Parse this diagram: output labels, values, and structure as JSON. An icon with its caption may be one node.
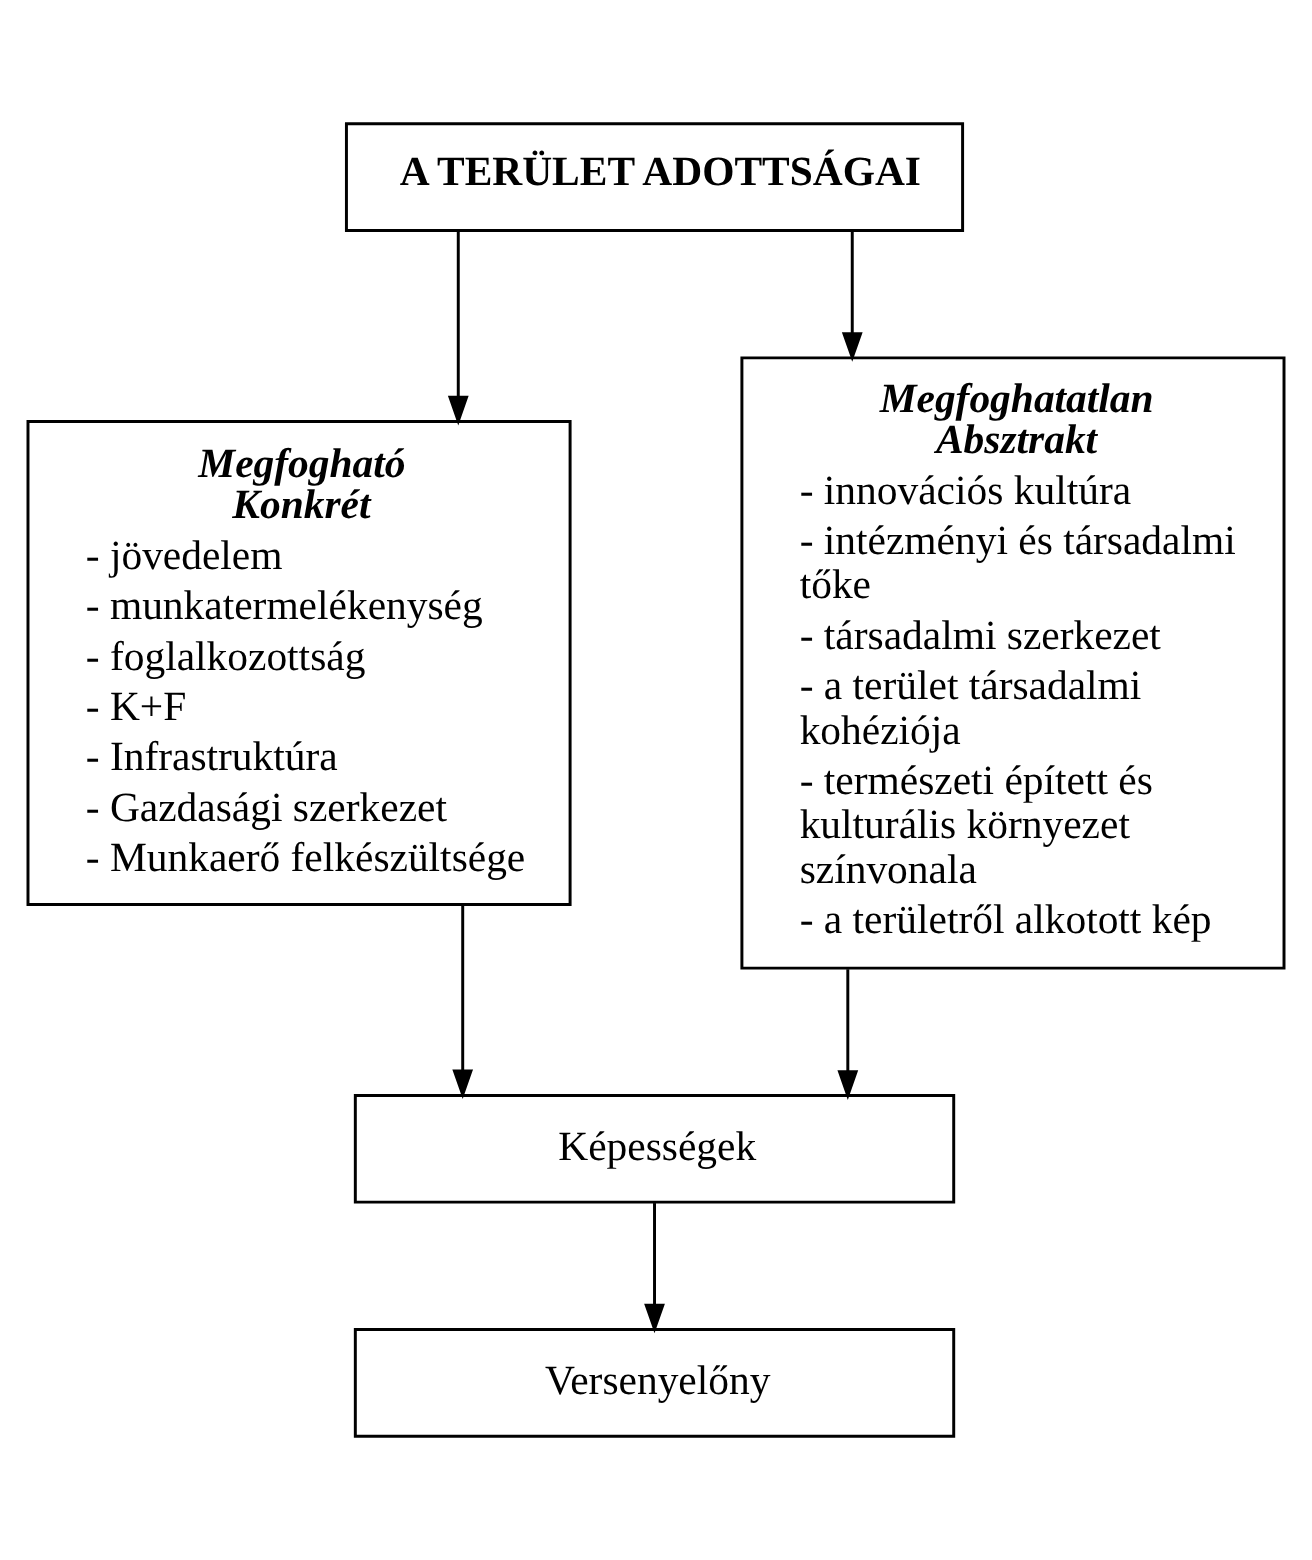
{
  "diagram": {
    "nodes": [
      {
        "text": [
          "A TERÜLET ADOTTSÁGAI"
        ]
      },
      {
        "text": [
          "Megfogható Konkrét",
          "- jövedelem",
          "- munkatermelékenység",
          "- foglalkozottság",
          "- K+F",
          "- Infrastruktúra",
          "- Gazdasági szerkezet",
          "- Munkaerő felkészültsége"
        ]
      },
      {
        "text": [
          "Megfoghatatlan Absztrakt",
          "- innovációs kultúra",
          "- intézményi és társadalmi tőke",
          "- társadalmi szerkezet",
          "- a terület társadalmi kohéziója",
          "- természeti épített és kulturális környezet színvonala",
          "- a területről alkotott kép"
        ]
      },
      {
        "text": [
          "Képességek"
        ]
      },
      {
        "text": [
          "Versenyelőny"
        ]
      }
    ],
    "edges": [
      {
        "from": 0,
        "to": 1,
        "arrow": "to"
      },
      {
        "from": 0,
        "to": 2,
        "arrow": "to"
      },
      {
        "from": 1,
        "to": 3,
        "arrow": "to"
      },
      {
        "from": 2,
        "to": 3,
        "arrow": "to"
      },
      {
        "from": 3,
        "to": 4,
        "arrow": "to"
      }
    ]
  }
}
